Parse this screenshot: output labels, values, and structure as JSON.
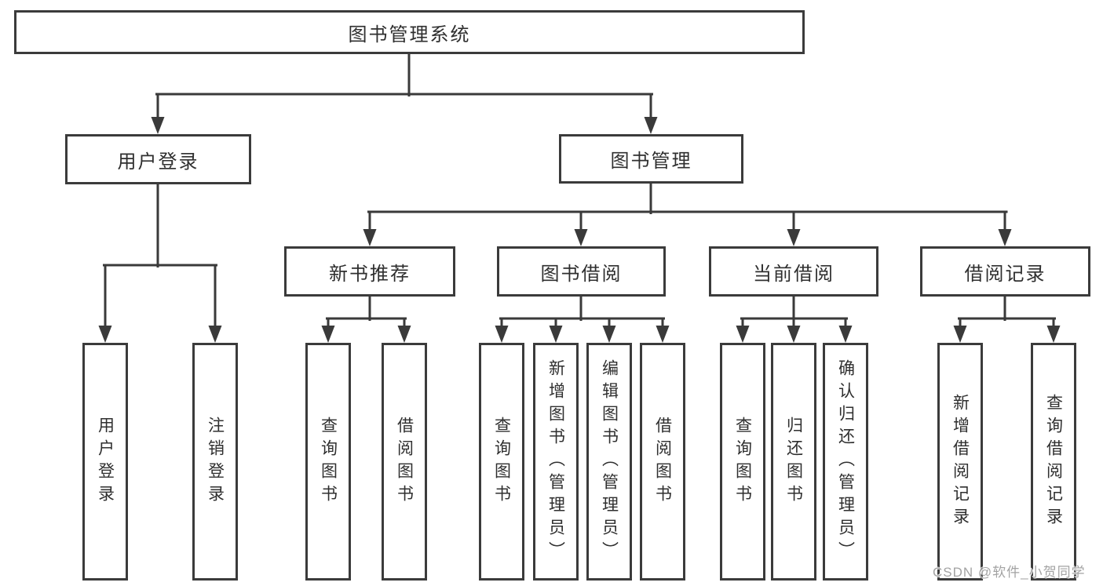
{
  "nodes": {
    "root": "图书管理系统",
    "user_login": "用户登录",
    "book_mgmt": "图书管理",
    "new_book_rec": "新书推荐",
    "book_borrow": "图书借阅",
    "current_borrow": "当前借阅",
    "borrow_records": "借阅记录",
    "leaves_user_login": [
      "用户登录",
      "注销登录"
    ],
    "leaves_new_book": [
      "查询图书",
      "借阅图书"
    ],
    "leaves_book_borrow": [
      "查询图书",
      "新增图书（管理员）",
      "编辑图书（管理员）",
      "借阅图书"
    ],
    "leaves_current_borrow": [
      "查询图书",
      "归还图书",
      "确认归还（管理员）"
    ],
    "leaves_borrow_records": [
      "新增借阅记录",
      "查询借阅记录"
    ]
  },
  "watermark": "CSDN @软件_小贺同学",
  "colors": {
    "line": "#3a3a3a",
    "border": "#3b3b3b",
    "text": "#2f2f2f",
    "watermark": "#a3a3a3",
    "background": "#ffffff"
  }
}
